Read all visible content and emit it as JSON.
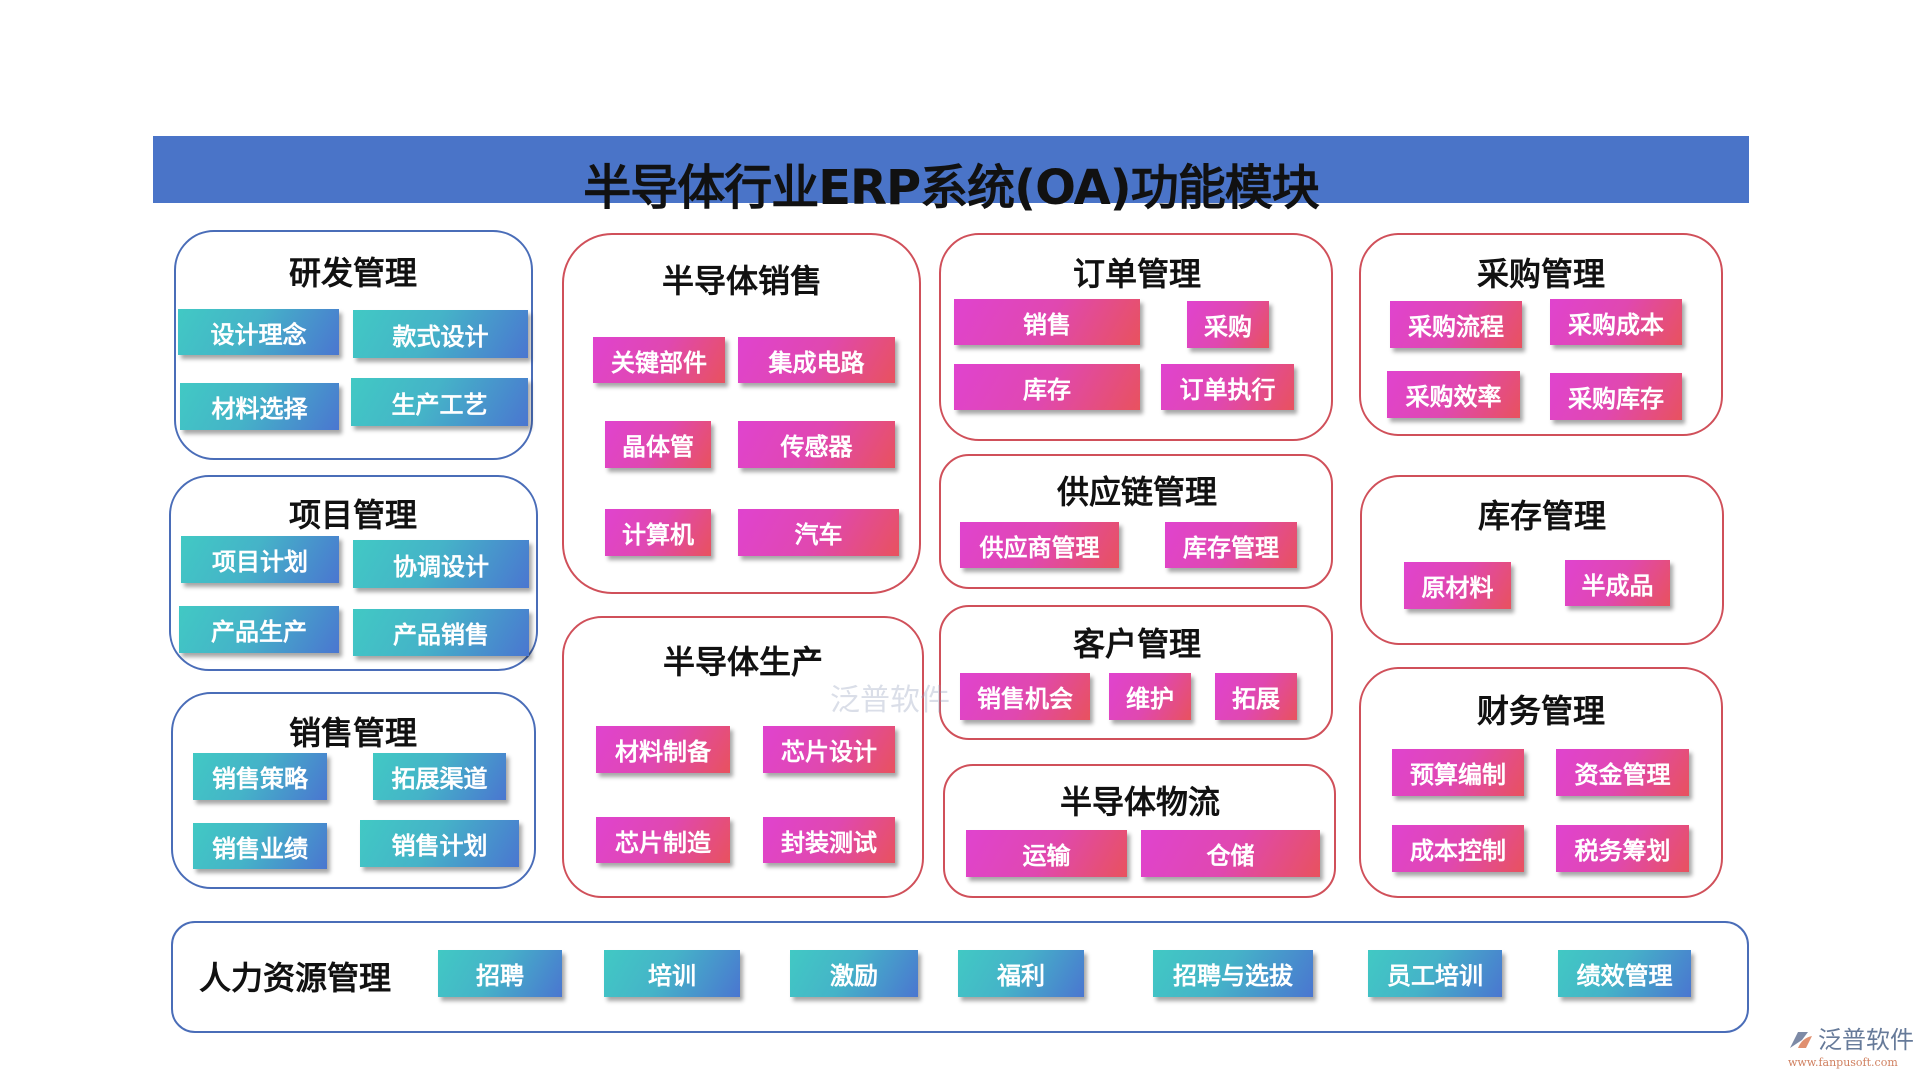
{
  "title": "半导体行业ERP系统(OA)功能模块",
  "modules": {
    "rd": {
      "title": "研发管理",
      "items": [
        "设计理念",
        "款式设计",
        "材料选择",
        "生产工艺"
      ]
    },
    "project": {
      "title": "项目管理",
      "items": [
        "项目计划",
        "协调设计",
        "产品生产",
        "产品销售"
      ]
    },
    "sales": {
      "title": "销售管理",
      "items": [
        "销售策略",
        "拓展渠道",
        "销售业绩",
        "销售计划"
      ]
    },
    "semi_sales": {
      "title": "半导体销售",
      "items": [
        "关键部件",
        "集成电路",
        "晶体管",
        "传感器",
        "计算机",
        "汽车"
      ]
    },
    "semi_prod": {
      "title": "半导体生产",
      "items": [
        "材料制备",
        "芯片设计",
        "芯片制造",
        "封装测试"
      ]
    },
    "order": {
      "title": "订单管理",
      "items": [
        "销售",
        "采购",
        "库存",
        "订单执行"
      ]
    },
    "supply": {
      "title": "供应链管理",
      "items": [
        "供应商管理",
        "库存管理"
      ]
    },
    "customer": {
      "title": "客户管理",
      "items": [
        "销售机会",
        "维护",
        "拓展"
      ]
    },
    "logistics": {
      "title": "半导体物流",
      "items": [
        "运输",
        "仓储"
      ]
    },
    "purchase": {
      "title": "采购管理",
      "items": [
        "采购流程",
        "采购成本",
        "采购效率",
        "采购库存"
      ]
    },
    "inventory": {
      "title": "库存管理",
      "items": [
        "原材料",
        "半成品"
      ]
    },
    "finance": {
      "title": "财务管理",
      "items": [
        "预算编制",
        "资金管理",
        "成本控制",
        "税务筹划"
      ]
    },
    "hr": {
      "title": "人力资源管理",
      "items": [
        "招聘",
        "培训",
        "激励",
        "福利",
        "招聘与选拔",
        "员工培训",
        "绩效管理"
      ]
    }
  },
  "watermark": "泛普软件",
  "logo": {
    "name": "泛普软件",
    "url": "www.fanpusoft.com"
  },
  "colors": {
    "title_bar": "#4a74c8",
    "teal_button": "#41c9c4",
    "pink_button": "#e043cf",
    "blue_border": "#4a6db8",
    "red_border": "#d0505a"
  }
}
